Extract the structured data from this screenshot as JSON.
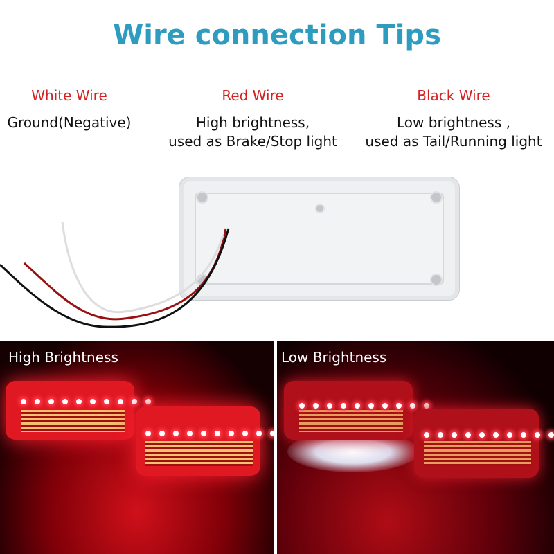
{
  "title": "Wire connection Tips",
  "wires": [
    {
      "label": "White Wire",
      "description": [
        "Ground(Negative)"
      ]
    },
    {
      "label": "Red Wire",
      "description": [
        "High brightness,",
        "used as Brake/Stop light"
      ]
    },
    {
      "label": "Black Wire",
      "description": [
        "Low brightness ,",
        "used as Tail/Running light"
      ]
    }
  ],
  "panels": [
    {
      "label": "High Brightness"
    },
    {
      "label": "Low Brightness"
    }
  ],
  "colors": {
    "title": "#2e9cbf",
    "label": "#d42222"
  }
}
